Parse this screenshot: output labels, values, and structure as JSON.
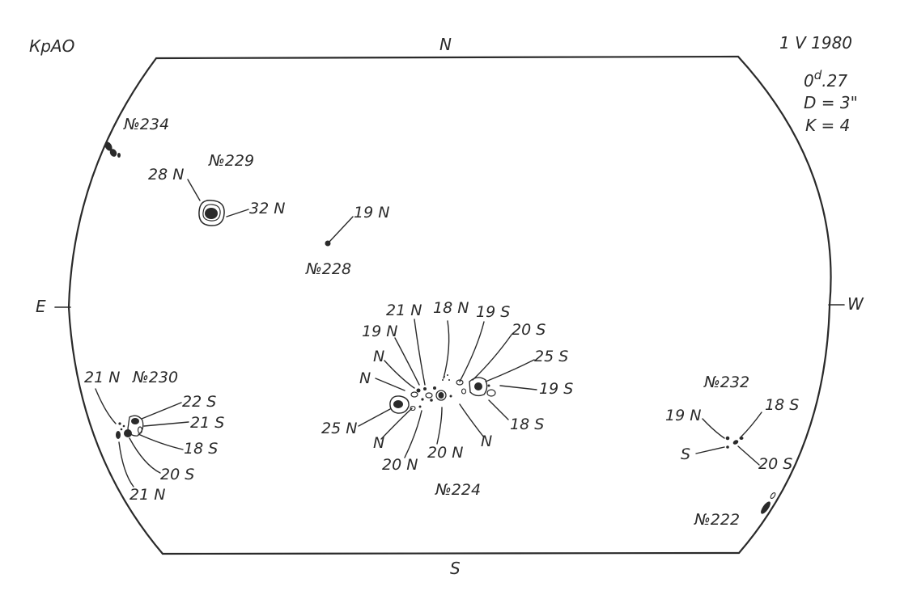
{
  "header": {
    "observatory": "КрАО",
    "date": "1 V 1980",
    "time_main": "0",
    "time_sup": "d",
    "time_frac": ".27",
    "diameter": "D = 3\"",
    "k_value": "K = 4"
  },
  "directions": {
    "north": "N",
    "south": "S",
    "east": "E",
    "west": "W"
  },
  "groups": {
    "g234": {
      "name": "№234"
    },
    "g229": {
      "name": "№229",
      "labels": [
        "28 N",
        "32 N"
      ]
    },
    "g228": {
      "name": "№228",
      "labels": [
        "19 N"
      ]
    },
    "g230": {
      "name": "№230",
      "labels": [
        "21 N",
        "22 S",
        "21 S",
        "18 S",
        "20 S",
        "21 N"
      ]
    },
    "g224": {
      "name": "№224",
      "labels": [
        "21 N",
        "18 N",
        "19 S",
        "19 N",
        "20 S",
        "N",
        "25 S",
        "N",
        "19 S",
        "25 N",
        "18 S",
        "N",
        "20 N",
        "20 N",
        "N"
      ]
    },
    "g232": {
      "name": "№232",
      "labels": [
        "19 N",
        "18 S",
        "S",
        "20 S"
      ]
    },
    "g222": {
      "name": "№222"
    }
  },
  "colors": {
    "ink": "#2a2a2a",
    "paper": "#ffffff"
  }
}
